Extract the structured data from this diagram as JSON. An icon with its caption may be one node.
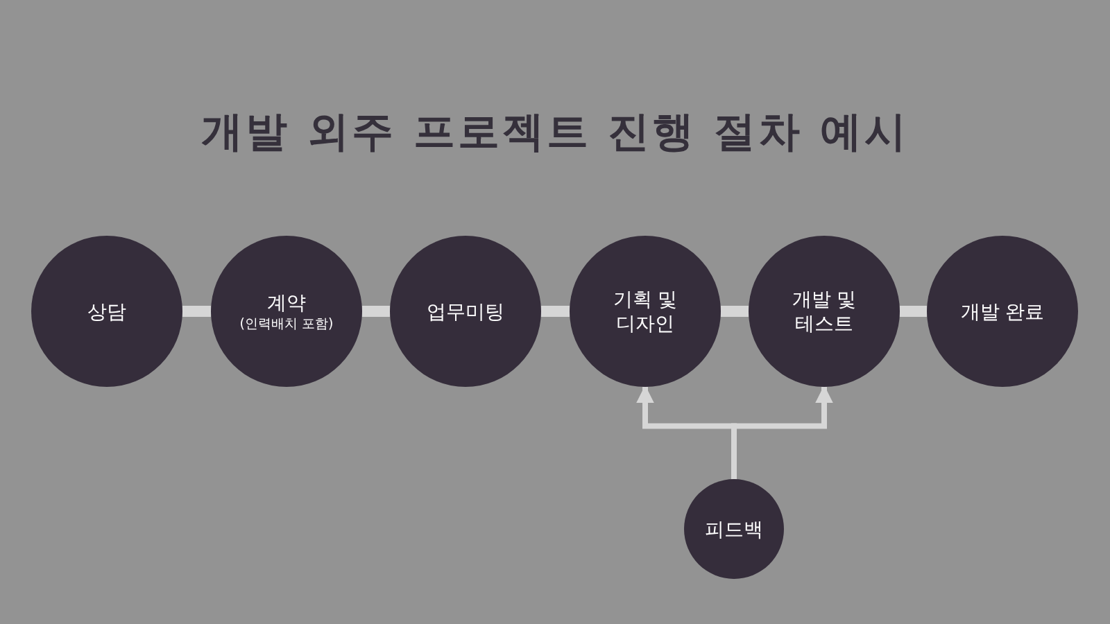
{
  "diagram": {
    "title": "개발 외주 프로젝트 진행 절차 예시",
    "nodes": [
      {
        "text": [
          "상담"
        ]
      },
      {
        "text": [
          "계약",
          "(인력배치 포함)"
        ]
      },
      {
        "text": [
          "업무미팅"
        ]
      },
      {
        "text": [
          "기획 및 디자인"
        ]
      },
      {
        "text": [
          "개발 및 테스트"
        ]
      },
      {
        "text": [
          "개발 완료"
        ]
      },
      {
        "text": [
          "피드백"
        ]
      }
    ],
    "edges": [
      {
        "from": 0,
        "to": 1,
        "arrow": "none"
      },
      {
        "from": 1,
        "to": 2,
        "arrow": "none"
      },
      {
        "from": 2,
        "to": 3,
        "arrow": "none"
      },
      {
        "from": 3,
        "to": 4,
        "arrow": "none"
      },
      {
        "from": 4,
        "to": 5,
        "arrow": "none"
      },
      {
        "from": 6,
        "to": 3,
        "arrow": "to"
      },
      {
        "from": 6,
        "to": 4,
        "arrow": "to"
      }
    ]
  }
}
